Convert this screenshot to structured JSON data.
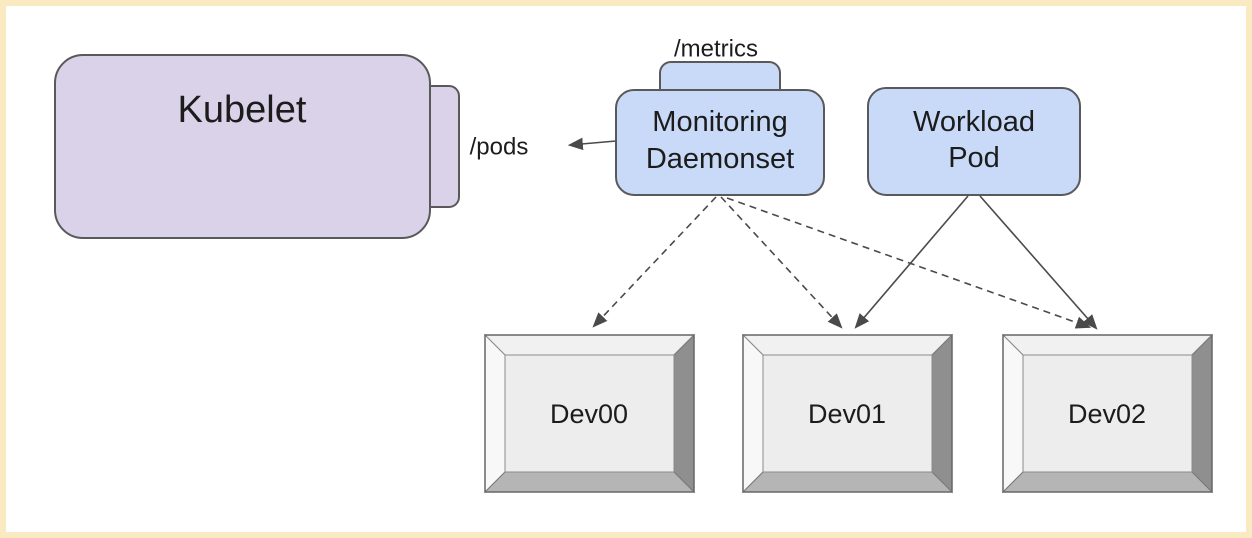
{
  "diagram_type": "architecture-diagram",
  "colors": {
    "frame_border": "#faeac2",
    "canvas_bg": "#ffffff",
    "kubelet_fill": "#d9d2e9",
    "pod_fill": "#c9daf8",
    "node_stroke": "#595959",
    "arrow_color": "#4a4a4a",
    "device_face": "#ededed",
    "device_bevel_top": "#f1f1f1",
    "device_bevel_left": "#f8f8f8",
    "device_bevel_right": "#8f8f8f",
    "device_bevel_bottom": "#b5b5b5",
    "text_color": "#1c1c1c"
  },
  "nodes": {
    "kubelet": {
      "label": "Kubelet",
      "endpoint": "/pods"
    },
    "monitoring": {
      "label_line1": "Monitoring",
      "label_line2": "Daemonset",
      "endpoint": "/metrics"
    },
    "workload": {
      "label_line1": "Workload",
      "label_line2": "Pod"
    }
  },
  "devices": [
    {
      "label": "Dev00"
    },
    {
      "label": "Dev01"
    },
    {
      "label": "Dev02"
    }
  ],
  "edges": [
    {
      "from": "monitoring-daemonset",
      "to": "kubelet-/pods",
      "style": "solid"
    },
    {
      "from": "monitoring-daemonset",
      "to": "Dev00",
      "style": "dashed"
    },
    {
      "from": "monitoring-daemonset",
      "to": "Dev01",
      "style": "dashed"
    },
    {
      "from": "monitoring-daemonset",
      "to": "Dev02",
      "style": "dashed"
    },
    {
      "from": "workload-pod",
      "to": "Dev01",
      "style": "solid"
    },
    {
      "from": "workload-pod",
      "to": "Dev02",
      "style": "solid"
    }
  ]
}
